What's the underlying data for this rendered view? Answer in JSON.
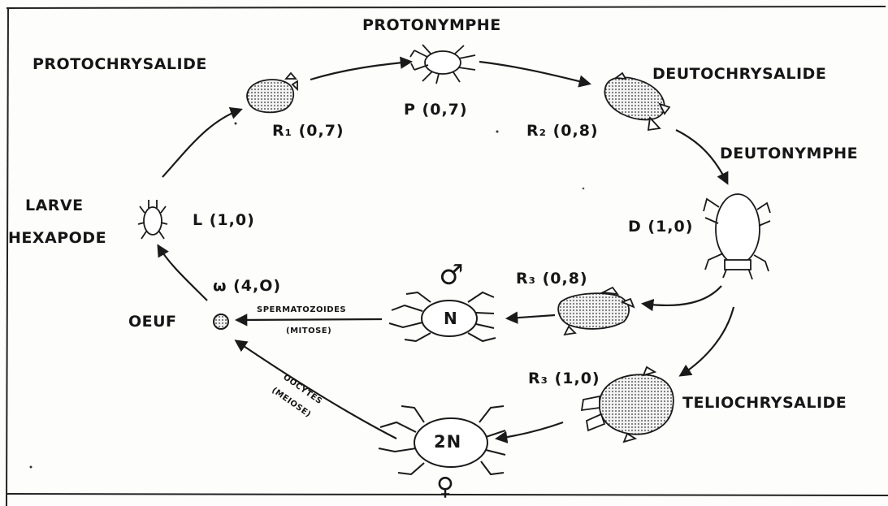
{
  "stages": {
    "protonymphe": "PROTONYMPHE",
    "protochrysalide": "PROTOCHRYSALIDE",
    "deutochrysalide": "DEUTOCHRYSALIDE",
    "deutonymphe": "DEUTONYMPHE",
    "larve_line1": "LARVE",
    "larve_line2": "HEXAPODE",
    "oeuf": "OEUF",
    "teliochrysalide": "TELIOCHRYSALIDE"
  },
  "codes": {
    "p": "P (0,7)",
    "r1": "R₁ (0,7)",
    "r2": "R₂ (0,8)",
    "d": "D (1,0)",
    "l": "L (1,0)",
    "omega": "ω (4,O)",
    "r3_upper": "R₃ (0,8)",
    "r3_lower": "R₃ (1,0)"
  },
  "symbols": {
    "male": "♂",
    "female": "♀"
  },
  "mites": {
    "male_label": "N",
    "female_label": "2N"
  },
  "annotations": {
    "spermatozoides": "SPERMATOZOIDES",
    "mitose": "(MITOSE)",
    "oocytes": "OOCYTES",
    "meiose": "(MEIOSE)"
  }
}
